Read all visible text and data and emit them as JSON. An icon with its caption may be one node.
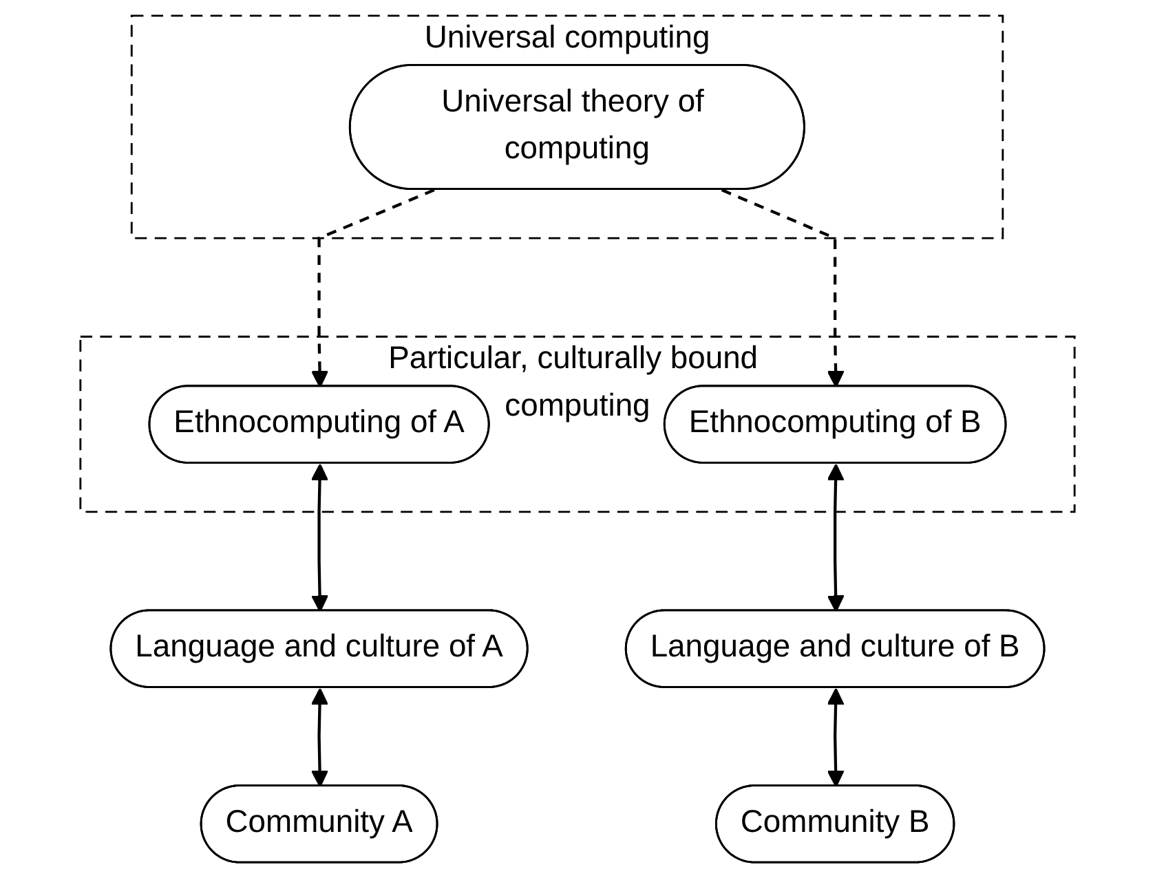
{
  "diagram": {
    "nodes": [
      {
        "text": [
          "Universal computing"
        ]
      },
      {
        "text": [
          "Universal theory of computing"
        ],
        "in": 0
      },
      {
        "text": [
          "Particular, culturally bound computing"
        ]
      },
      {
        "text": [
          "Ethnocomputing of A"
        ],
        "in": 2
      },
      {
        "text": [
          "Ethnocomputing of B"
        ],
        "in": 2
      },
      {
        "text": [
          "Language and culture of A"
        ]
      },
      {
        "text": [
          "Language and culture of B"
        ]
      },
      {
        "text": [
          "Community A"
        ]
      },
      {
        "text": [
          "Community B"
        ]
      }
    ],
    "edges": [
      {
        "from": 1,
        "to": 3,
        "arrow": "to",
        "style": "dashed"
      },
      {
        "from": 1,
        "to": 4,
        "arrow": "to",
        "style": "dashed"
      },
      {
        "from": 3,
        "to": 5,
        "arrow": "both"
      },
      {
        "from": 4,
        "to": 6,
        "arrow": "both"
      },
      {
        "from": 5,
        "to": 7,
        "arrow": "both"
      },
      {
        "from": 6,
        "to": 8,
        "arrow": "both"
      }
    ]
  }
}
